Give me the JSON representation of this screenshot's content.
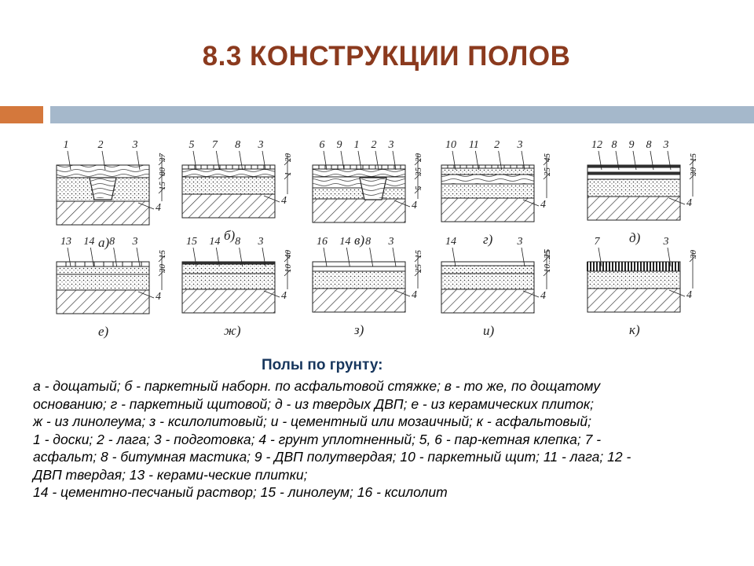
{
  "slide": {
    "title": "8.3 КОНСТРУКЦИИ ПОЛОВ",
    "subtitle": "Полы по грунту:",
    "caption_lines": [
      "а - дощатый; б - паркетный наборн. по асфальтовой стяжке; в - то же, по дощатому",
      "основанию; г - паркетный щитовой; д - из твердых ДВП; е - из керамических плиток;",
      "ж - из линолеума; з - ксилолитовый; и - цементный или мозаичный; к - асфальтовый;",
      "1 - доски; 2 - лага; 3 - подготовка; 4 - грунт уплотненный; 5, 6 - пар-кетная клепка; 7 -",
      "асфальт; 8 - битумная мастика; 9 - ДВП полутвердая; 10 - паркетный щит; 11 - лага; 12 -",
      "ДВП твердая; 13 - керами-ческие плитки;",
      "14 - цементно-песчаный раствор; 15 - линолеум; 16 - ксилолит"
    ]
  },
  "figure": {
    "panels": [
      {
        "id": "a",
        "letter": "а)",
        "top": [
          "1",
          "2",
          "3"
        ],
        "side": "4",
        "dims": [
          "37",
          "80",
          "15"
        ]
      },
      {
        "id": "b",
        "letter": "б)",
        "top": [
          "5",
          "7",
          "8",
          "3"
        ],
        "side": "4",
        "dims": [
          "20",
          "1"
        ]
      },
      {
        "id": "v",
        "letter": "в)",
        "top": [
          "6",
          "9",
          "1",
          "2",
          "3"
        ],
        "side": "4",
        "dims": [
          "20",
          "35",
          "5"
        ]
      },
      {
        "id": "g",
        "letter": "г)",
        "top": [
          "10",
          "11",
          "2",
          "3"
        ],
        "side": "4",
        "dims": [
          "45",
          "25"
        ]
      },
      {
        "id": "d",
        "letter": "д)",
        "top": [
          "12",
          "8",
          "9",
          "8",
          "3"
        ],
        "side": "4",
        "dims": [
          "15",
          "30"
        ]
      },
      {
        "id": "e",
        "letter": "е)",
        "top": [
          "13",
          "14",
          "8",
          "3"
        ],
        "side": "4",
        "dims": [
          "15",
          "30"
        ]
      },
      {
        "id": "zh",
        "letter": "ж)",
        "top": [
          "15",
          "14",
          "8",
          "3"
        ],
        "side": "4",
        "dims": [
          "40",
          "10"
        ]
      },
      {
        "id": "z",
        "letter": "з)",
        "top": [
          "16",
          "14",
          "8",
          "3"
        ],
        "side": "4",
        "dims": [
          "15",
          "25"
        ]
      },
      {
        "id": "i",
        "letter": "и)",
        "top": [
          "14",
          "3"
        ],
        "side": "4",
        "dims": [
          "25",
          "10...15"
        ]
      },
      {
        "id": "k",
        "letter": "к)",
        "top": [
          "7",
          "3"
        ],
        "side": "4",
        "dims": [
          "30"
        ]
      }
    ]
  }
}
